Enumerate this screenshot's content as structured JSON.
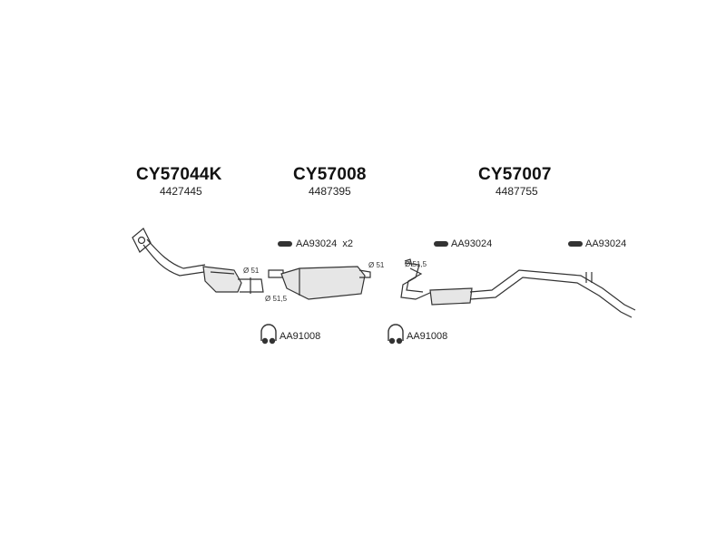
{
  "parts": [
    {
      "code": "CY57044K",
      "ref": "4427445"
    },
    {
      "code": "CY57008",
      "ref": "4487395"
    },
    {
      "code": "CY57007",
      "ref": "4487755"
    }
  ],
  "accessories": {
    "hanger_1": "AA93024",
    "hanger_1_qty": "x2",
    "hanger_2": "AA93024",
    "hanger_3": "AA93024",
    "clamp_1": "AA91008",
    "clamp_2": "AA91008"
  },
  "diameters": {
    "d1": "51",
    "d2": "51,5",
    "d3": "51",
    "d4": "51,5"
  },
  "symbols": {
    "diameter": "Ø"
  }
}
